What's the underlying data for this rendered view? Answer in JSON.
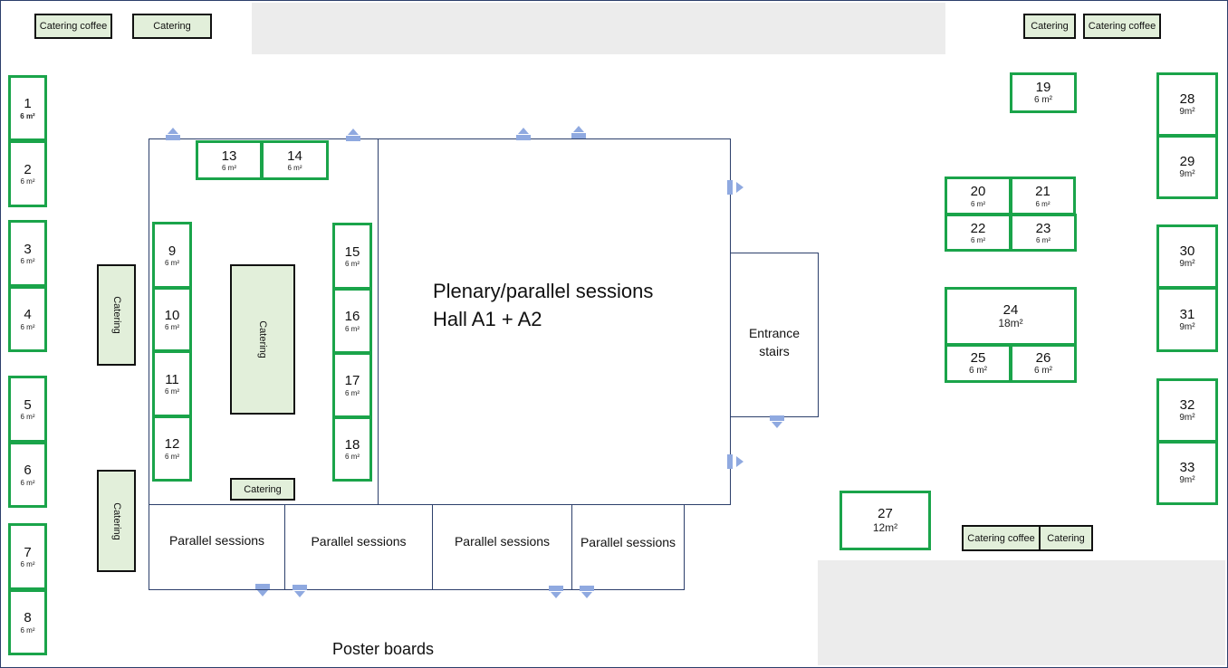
{
  "hall": {
    "title_line1": "Plenary/parallel sessions",
    "title_line2": "Hall A1 + A2"
  },
  "entrance": {
    "line1": "Entrance",
    "line2": "stairs"
  },
  "parallel_sessions": [
    "Parallel sessions",
    "Parallel sessions",
    "Parallel sessions",
    "Parallel sessions"
  ],
  "poster_boards": "Poster boards",
  "catering": {
    "top_left_coffee": "Catering coffee",
    "top_left": "Catering",
    "top_right": "Catering",
    "top_right_coffee": "Catering coffee",
    "left_upper": "Catering",
    "left_lower": "Catering",
    "center": "Catering",
    "inner_bottom": "Catering",
    "bottom_right_coffee": "Catering coffee",
    "bottom_right": "Catering"
  },
  "booths": [
    {
      "num": "1",
      "size": "6 m²"
    },
    {
      "num": "2",
      "size": "6 m²"
    },
    {
      "num": "3",
      "size": "6 m²"
    },
    {
      "num": "4",
      "size": "6 m²"
    },
    {
      "num": "5",
      "size": "6 m²"
    },
    {
      "num": "6",
      "size": "6 m²"
    },
    {
      "num": "7",
      "size": "6 m²"
    },
    {
      "num": "8",
      "size": "6 m²"
    },
    {
      "num": "9",
      "size": "6 m²"
    },
    {
      "num": "10",
      "size": "6 m²"
    },
    {
      "num": "11",
      "size": "6 m²"
    },
    {
      "num": "12",
      "size": "6 m²"
    },
    {
      "num": "13",
      "size": "6 m²"
    },
    {
      "num": "14",
      "size": "6 m²"
    },
    {
      "num": "15",
      "size": "6 m²"
    },
    {
      "num": "16",
      "size": "6 m²"
    },
    {
      "num": "17",
      "size": "6 m²"
    },
    {
      "num": "18",
      "size": "6 m²"
    },
    {
      "num": "19",
      "size": "6 m²"
    },
    {
      "num": "20",
      "size": "6 m²"
    },
    {
      "num": "21",
      "size": "6 m²"
    },
    {
      "num": "22",
      "size": "6 m²"
    },
    {
      "num": "23",
      "size": "6 m²"
    },
    {
      "num": "24",
      "size": "18m²"
    },
    {
      "num": "25",
      "size": "6 m²"
    },
    {
      "num": "26",
      "size": "6 m²"
    },
    {
      "num": "27",
      "size": "12m²"
    },
    {
      "num": "28",
      "size": "9m²"
    },
    {
      "num": "29",
      "size": "9m²"
    },
    {
      "num": "30",
      "size": "9m²"
    },
    {
      "num": "31",
      "size": "9m²"
    },
    {
      "num": "32",
      "size": "9m²"
    },
    {
      "num": "33",
      "size": "9m²"
    }
  ],
  "icons": {
    "exit_up": "exit-up-icon",
    "exit_right": "exit-right-icon",
    "exit_down": "exit-down-icon",
    "color": "#8fa9e0"
  },
  "colors": {
    "booth_border": "#1aa44a",
    "catering_fill": "#e2efda",
    "room_border": "#2c3f6b",
    "blocked_area": "#ececec"
  }
}
